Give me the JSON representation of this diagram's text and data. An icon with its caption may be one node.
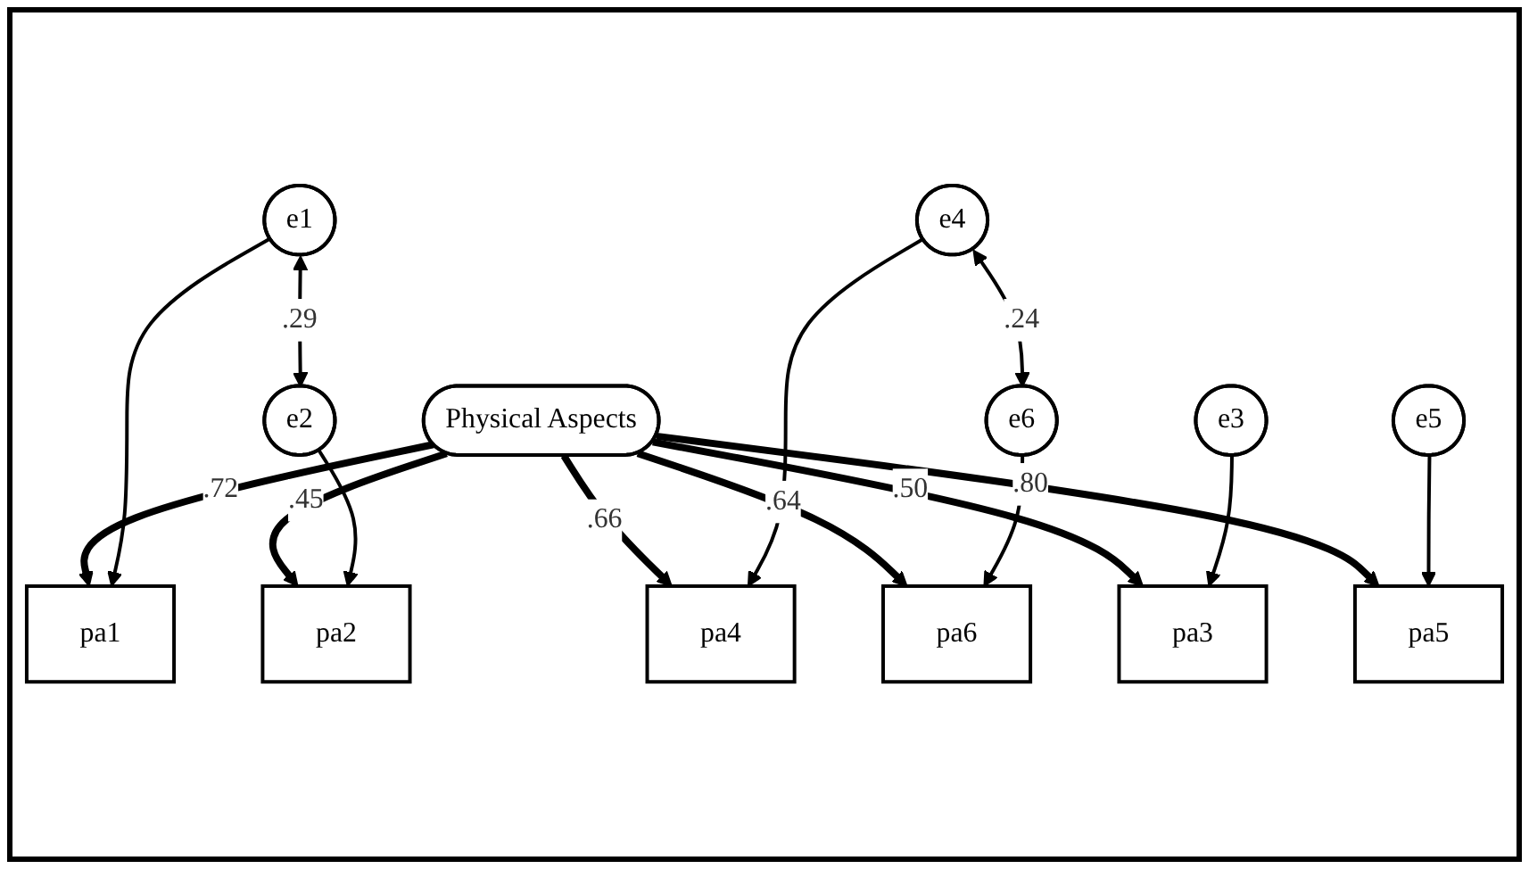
{
  "diagram": {
    "nodes": [
      {
        "text": [
          "Physical Aspects"
        ]
      },
      {
        "text": [
          "pa1"
        ]
      },
      {
        "text": [
          "pa2"
        ]
      },
      {
        "text": [
          "pa3"
        ]
      },
      {
        "text": [
          "pa4"
        ]
      },
      {
        "text": [
          "pa5"
        ]
      },
      {
        "text": [
          "pa6"
        ]
      },
      {
        "text": [
          "e1"
        ]
      },
      {
        "text": [
          "e2"
        ]
      },
      {
        "text": [
          "e3"
        ]
      },
      {
        "text": [
          "e4"
        ]
      },
      {
        "text": [
          "e5"
        ]
      },
      {
        "text": [
          "e6"
        ]
      }
    ],
    "edges": [
      {
        "from": 0,
        "to": 1,
        "arrow": "to",
        "label": ".72",
        "style": "thick"
      },
      {
        "from": 0,
        "to": 2,
        "arrow": "to",
        "label": ".45",
        "style": "thick"
      },
      {
        "from": 0,
        "to": 3,
        "arrow": "to",
        "label": ".50",
        "style": "thick"
      },
      {
        "from": 0,
        "to": 4,
        "arrow": "to",
        "label": ".66",
        "style": "thick"
      },
      {
        "from": 0,
        "to": 5,
        "arrow": "to",
        "label": ".80",
        "style": "thick"
      },
      {
        "from": 0,
        "to": 6,
        "arrow": "to",
        "label": ".64",
        "style": "thick"
      },
      {
        "from": 7,
        "to": 1,
        "arrow": "to"
      },
      {
        "from": 8,
        "to": 2,
        "arrow": "to"
      },
      {
        "from": 9,
        "to": 3,
        "arrow": "to"
      },
      {
        "from": 10,
        "to": 4,
        "arrow": "to"
      },
      {
        "from": 11,
        "to": 5,
        "arrow": "to"
      },
      {
        "from": 12,
        "to": 6,
        "arrow": "to"
      },
      {
        "from": 7,
        "to": 8,
        "arrow": "both",
        "label": ".29"
      },
      {
        "from": 10,
        "to": 12,
        "arrow": "both",
        "label": ".24"
      }
    ]
  }
}
